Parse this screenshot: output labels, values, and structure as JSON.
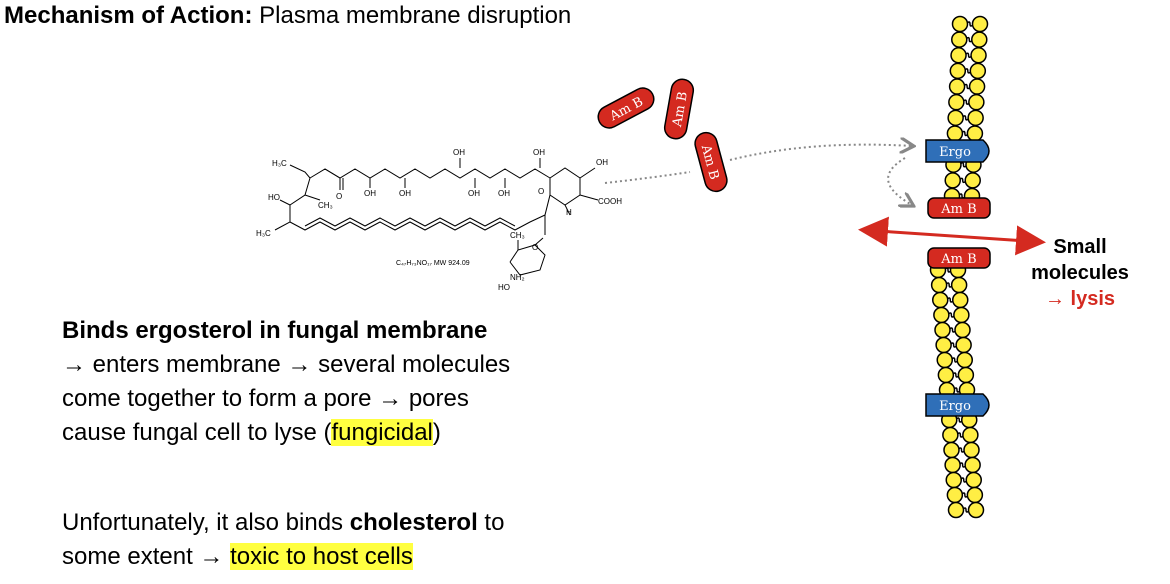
{
  "title": {
    "bold": "Mechanism of Action:",
    "rest": "Plasma membrane disruption"
  },
  "molecule": {
    "formula": "C₄₇H₇₃NO₁₇  MW 924.09",
    "labels": {
      "h3c_top": "H₃C",
      "ho_left": "HO",
      "h3c_bottom": "H₃C",
      "ch3_a": "CH₃",
      "ch3_b": "CH₃",
      "oh": "OH",
      "o": "O",
      "cooh": "COOH",
      "h": "H",
      "nh2": "NH₂",
      "ho_sugar": "HO"
    }
  },
  "drug_label": "Am B",
  "ergo_label": "Ergo",
  "side_label": {
    "line1": "Small",
    "line2": "molecules",
    "arrow": "→",
    "lysis": "lysis"
  },
  "paragraph1": {
    "heading": "Binds ergosterol in fungal membrane",
    "line2": "→ enters membrane → several molecules",
    "line3": "come together to form a pore → pores",
    "line4_pre": "cause fungal cell to lyse (",
    "line4_hl": "fungicidal",
    "line4_post": ")"
  },
  "paragraph2": {
    "line1_pre": "Unfortunately, it also binds ",
    "line1_bold": "cholesterol",
    "line1_post": " to",
    "line2_pre": "some extent → ",
    "line2_hl": "toxic to host cells"
  },
  "colors": {
    "red": "#d42a20",
    "blue": "#2f6fb8",
    "lipid": "#ffee44",
    "gray_arrow": "#888888"
  }
}
